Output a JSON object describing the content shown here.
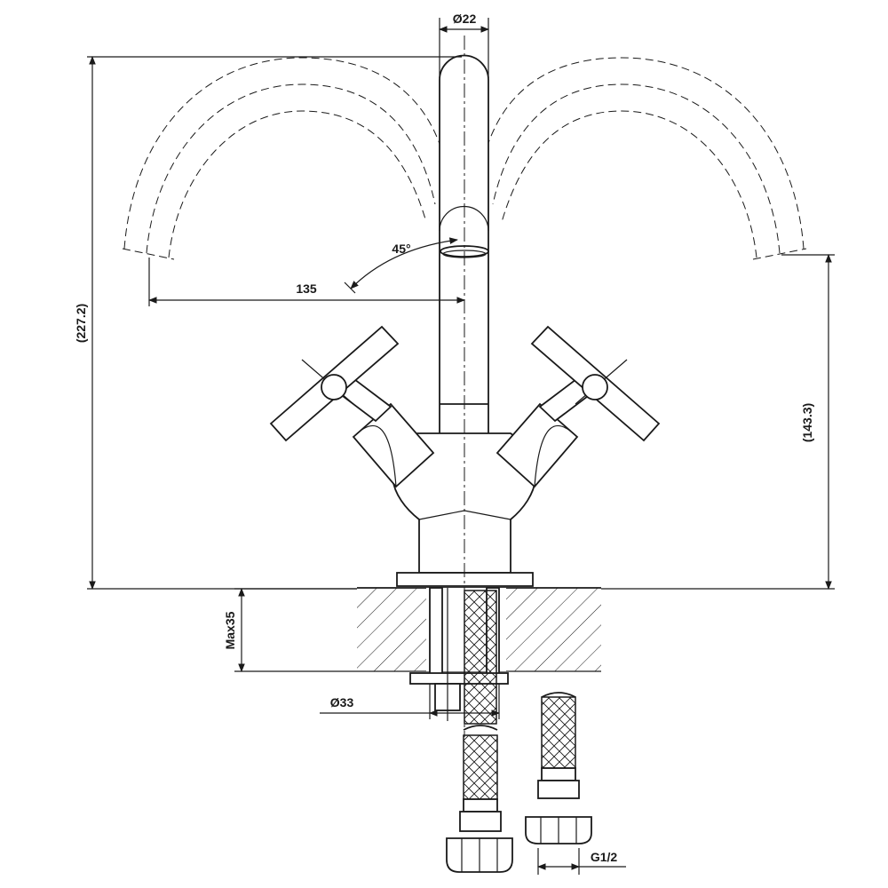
{
  "drawing": {
    "title": "",
    "dimensions": {
      "spout_diameter": "Ø22",
      "overall_height": "(227.2)",
      "spout_height": "(143.3)",
      "spout_reach": "135",
      "swivel_angle": "45°",
      "max_deck_thickness": "Max35",
      "shank_diameter": "Ø33",
      "hose_thread": "G1/2"
    }
  }
}
